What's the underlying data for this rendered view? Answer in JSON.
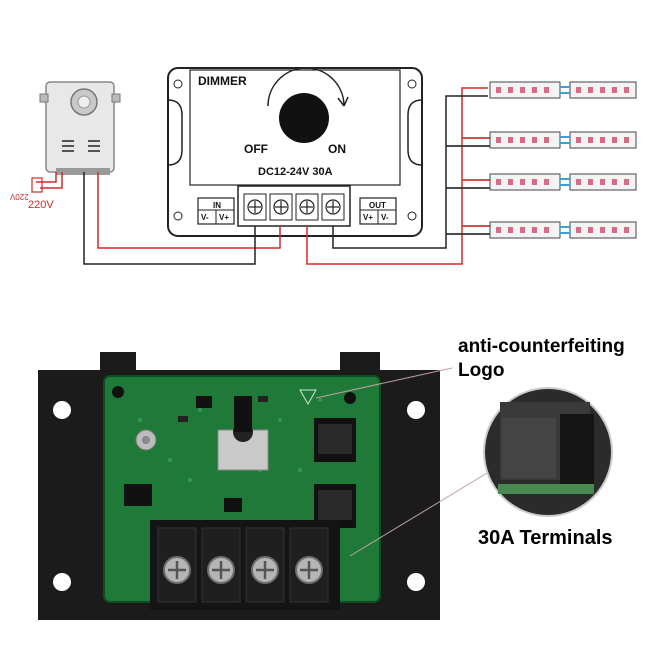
{
  "diagram": {
    "dimmer_title": "DIMMER",
    "off_label": "OFF",
    "on_label": "ON",
    "rating_label": "DC12-24V 30A",
    "in_label": "IN",
    "in_minus": "V-",
    "in_plus": "V+",
    "out_label": "OUT",
    "out_plus": "V+",
    "out_minus": "V-",
    "mains_label": "220V",
    "mains_label_rotated": "220V"
  },
  "photo": {
    "logo_callout": "anti-counterfeiting",
    "logo_callout_line2": "Logo",
    "terminals_callout": "30A Terminals"
  },
  "colors": {
    "wire_red": "#d62828",
    "wire_black": "#222222",
    "pcb_green": "#1f7a3a",
    "housing": "#1b1b1b"
  }
}
